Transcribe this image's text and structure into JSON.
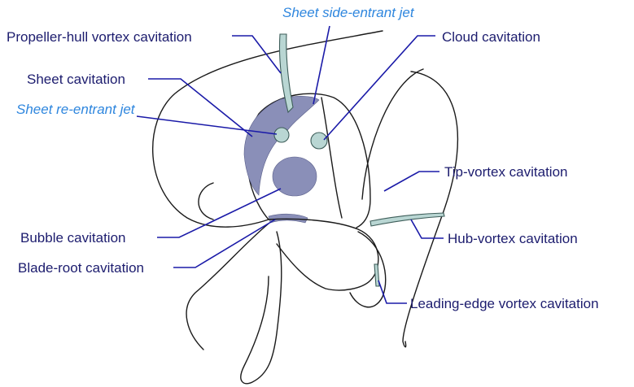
{
  "labels": {
    "propeller_hull": "Propeller-hull vortex cavitation",
    "sheet_side_jet": "Sheet side-entrant jet",
    "cloud": "Cloud cavitation",
    "sheet": "Sheet cavitation",
    "sheet_reentrant_jet": "Sheet re-entrant jet",
    "tip_vortex": "Tip-vortex cavitation",
    "hub_vortex": "Hub-vortex cavitation",
    "bubble": "Bubble cavitation",
    "blade_root": "Blade-root cavitation",
    "leading_edge_vortex": "Leading-edge vortex cavitation"
  },
  "colors": {
    "label_text": "#1c1c6e",
    "jet_label_text": "#2e86de",
    "leader_line": "#1a1aa8",
    "cavitation_fill": "#8a8fb8",
    "vortex_fill": "#b9d6d3"
  }
}
